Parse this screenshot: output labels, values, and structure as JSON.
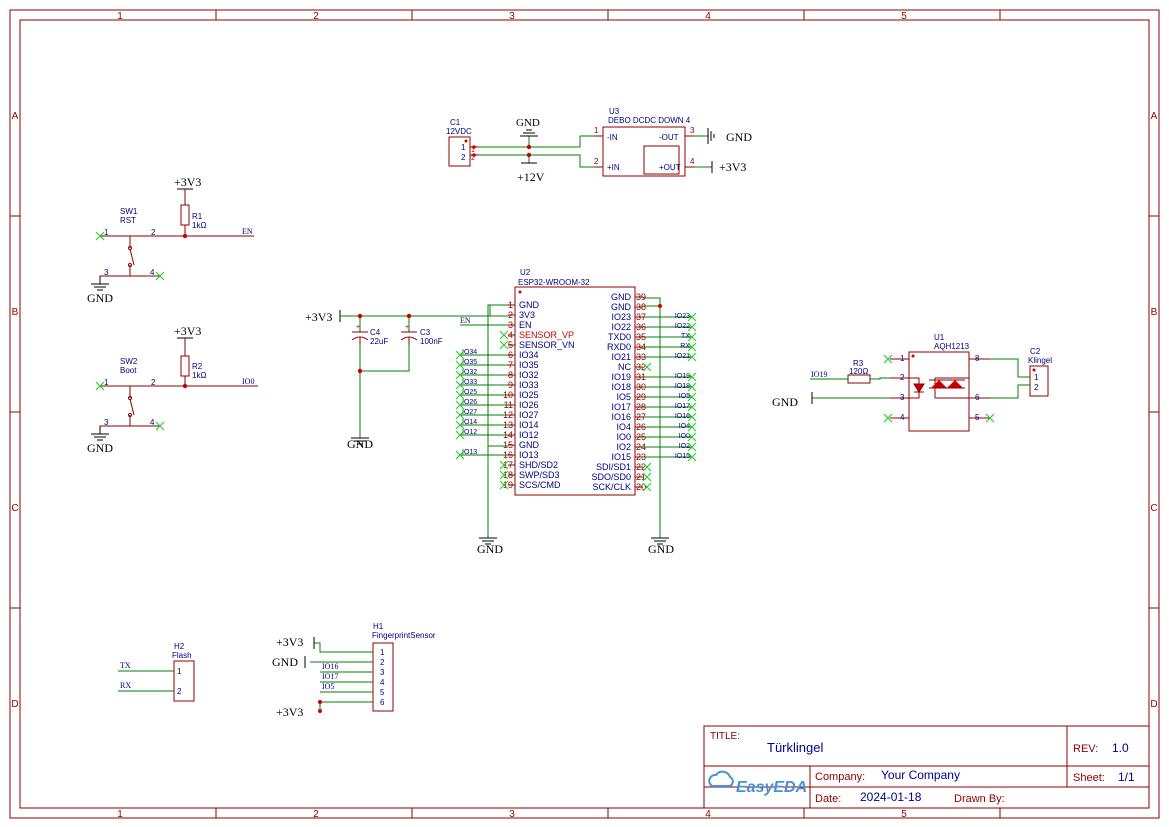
{
  "frame": {
    "columns": [
      "1",
      "2",
      "3",
      "4",
      "5"
    ],
    "rows": [
      "A",
      "B",
      "C",
      "D"
    ]
  },
  "power": {
    "gnd": "GND",
    "v33": "+3V3",
    "v12": "+12V"
  },
  "components": {
    "c1": {
      "ref": "C1",
      "value": "12VDC",
      "pins": [
        "1",
        "2"
      ]
    },
    "u3": {
      "ref": "U3",
      "value": "DEBO DCDC DOWN 4",
      "pins": [
        "1",
        "2",
        "3",
        "4"
      ],
      "pin_names": [
        "-IN",
        "+IN",
        "-OUT",
        "+OUT"
      ]
    },
    "sw1": {
      "ref": "SW1",
      "value": "RST",
      "pins": [
        "1",
        "2",
        "3",
        "4"
      ]
    },
    "r1": {
      "ref": "R1",
      "value": "1kΩ"
    },
    "sw2": {
      "ref": "SW2",
      "value": "Boot",
      "pins": [
        "1",
        "2",
        "3",
        "4"
      ]
    },
    "r2": {
      "ref": "R2",
      "value": "1kΩ"
    },
    "c4": {
      "ref": "C4",
      "value": "22uF"
    },
    "c3": {
      "ref": "C3",
      "value": "100nF"
    },
    "u2": {
      "ref": "U2",
      "value": "ESP32-WROOM-32",
      "left": [
        {
          "pin": "1",
          "name": "GND",
          "net": ""
        },
        {
          "pin": "2",
          "name": "3V3",
          "net": ""
        },
        {
          "pin": "3",
          "name": "EN",
          "net": "EN"
        },
        {
          "pin": "4",
          "name": "SENSOR_VP",
          "net": ""
        },
        {
          "pin": "5",
          "name": "SENSOR_VN",
          "net": ""
        },
        {
          "pin": "6",
          "name": "IO34",
          "net": "IO34"
        },
        {
          "pin": "7",
          "name": "IO35",
          "net": "IO35"
        },
        {
          "pin": "8",
          "name": "IO32",
          "net": "IO32"
        },
        {
          "pin": "9",
          "name": "IO33",
          "net": "IO33"
        },
        {
          "pin": "10",
          "name": "IO25",
          "net": "IO25"
        },
        {
          "pin": "11",
          "name": "IO26",
          "net": "IO26"
        },
        {
          "pin": "12",
          "name": "IO27",
          "net": "IO27"
        },
        {
          "pin": "13",
          "name": "IO14",
          "net": "IO14"
        },
        {
          "pin": "14",
          "name": "IO12",
          "net": "IO12"
        },
        {
          "pin": "15",
          "name": "GND",
          "net": ""
        },
        {
          "pin": "16",
          "name": "IO13",
          "net": "IO13"
        },
        {
          "pin": "17",
          "name": "SHD/SD2",
          "net": ""
        },
        {
          "pin": "18",
          "name": "SWP/SD3",
          "net": ""
        },
        {
          "pin": "19",
          "name": "SCS/CMD",
          "net": ""
        }
      ],
      "right": [
        {
          "pin": "39",
          "name": "GND",
          "net": ""
        },
        {
          "pin": "38",
          "name": "GND",
          "net": ""
        },
        {
          "pin": "37",
          "name": "IO23",
          "net": "IO23"
        },
        {
          "pin": "36",
          "name": "IO22",
          "net": "IO22"
        },
        {
          "pin": "35",
          "name": "TXD0",
          "net": "TX"
        },
        {
          "pin": "34",
          "name": "RXD0",
          "net": "RX"
        },
        {
          "pin": "33",
          "name": "IO21",
          "net": "IO21"
        },
        {
          "pin": "32",
          "name": "NC",
          "net": ""
        },
        {
          "pin": "31",
          "name": "IO19",
          "net": "IO19"
        },
        {
          "pin": "30",
          "name": "IO18",
          "net": "IO18"
        },
        {
          "pin": "29",
          "name": "IO5",
          "net": "IO5"
        },
        {
          "pin": "28",
          "name": "IO17",
          "net": "IO17"
        },
        {
          "pin": "27",
          "name": "IO16",
          "net": "IO16"
        },
        {
          "pin": "26",
          "name": "IO4",
          "net": "IO4"
        },
        {
          "pin": "25",
          "name": "IO0",
          "net": "IO0"
        },
        {
          "pin": "24",
          "name": "IO2",
          "net": "IO2"
        },
        {
          "pin": "23",
          "name": "IO15",
          "net": "IO15"
        },
        {
          "pin": "22",
          "name": "SDI/SD1",
          "net": ""
        },
        {
          "pin": "21",
          "name": "SDO/SD0",
          "net": ""
        },
        {
          "pin": "20",
          "name": "SCK/CLK",
          "net": ""
        }
      ]
    },
    "u1": {
      "ref": "U1",
      "value": "AQH1213",
      "pins": [
        "1",
        "2",
        "3",
        "4",
        "8",
        "6",
        "5"
      ]
    },
    "r3": {
      "ref": "R3",
      "value": "120Ω"
    },
    "c2": {
      "ref": "C2",
      "value": "Klingel",
      "pins": [
        "1",
        "2"
      ]
    },
    "h2": {
      "ref": "H2",
      "value": "Flash",
      "pins": [
        "1",
        "2"
      ]
    },
    "h1": {
      "ref": "H1",
      "value": "FingerprintSensor",
      "pins": [
        "1",
        "2",
        "3",
        "4",
        "5",
        "6"
      ]
    }
  },
  "nets": {
    "en": "EN",
    "io0": "IO0",
    "io19": "IO19",
    "tx": "TX",
    "rx": "RX",
    "io16": "IO16",
    "io17": "IO17",
    "io5": "IO5"
  },
  "title_block": {
    "title_label": "TITLE:",
    "title": "Türklingel",
    "rev_label": "REV:",
    "rev": "1.0",
    "logo_text": "EasyEDA",
    "company_label": "Company:",
    "company": "Your Company",
    "sheet_label": "Sheet:",
    "sheet": "1/1",
    "date_label": "Date:",
    "date": "2024-01-18",
    "drawn_label": "Drawn By:"
  },
  "colors": {
    "frame": "#8b0000",
    "wire": "#008000",
    "body": "#8b0000",
    "pin_number": "#8b0000",
    "net_label": "#00008b",
    "ref_text": "#000080",
    "noconnect": "#33cc33",
    "power": "#000000",
    "logo": "#4a90d9"
  }
}
